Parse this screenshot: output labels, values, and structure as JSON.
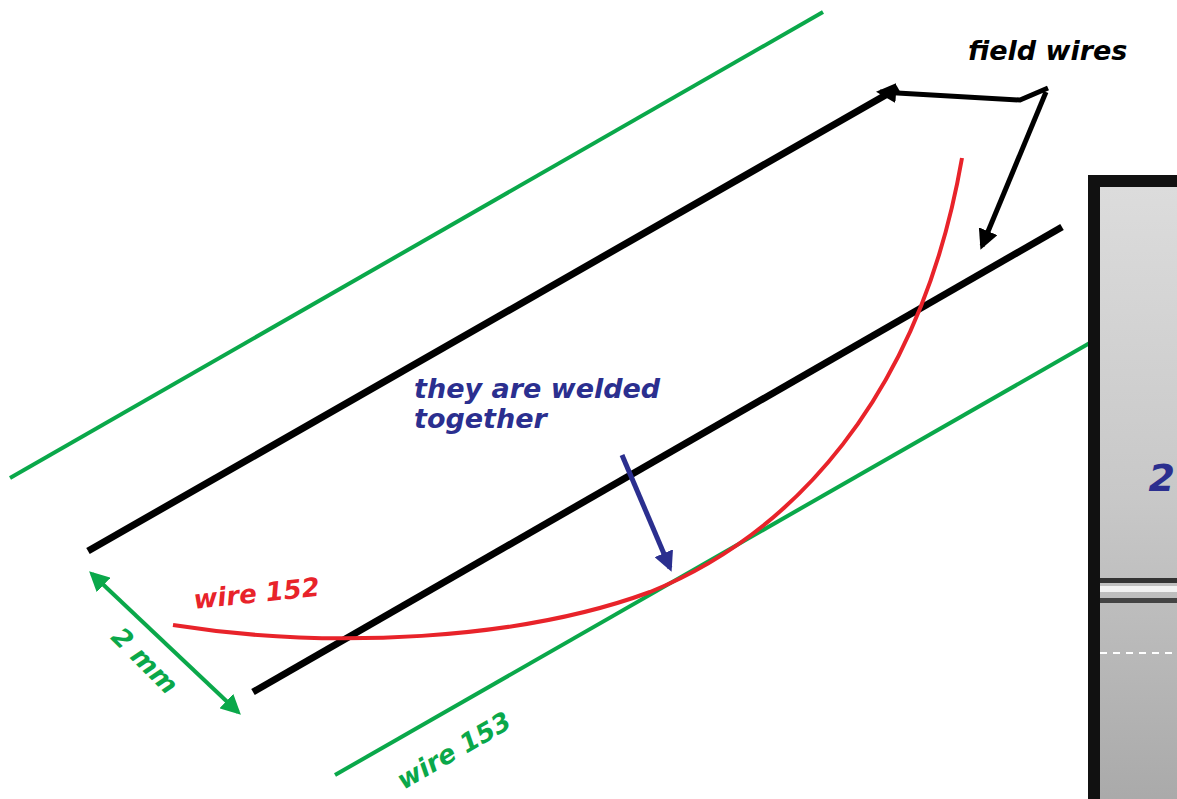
{
  "diagram": {
    "labels": [
      "field wires",
      "they are welded together",
      "wire 152",
      "2 mm",
      "wire 153",
      "2"
    ]
  }
}
